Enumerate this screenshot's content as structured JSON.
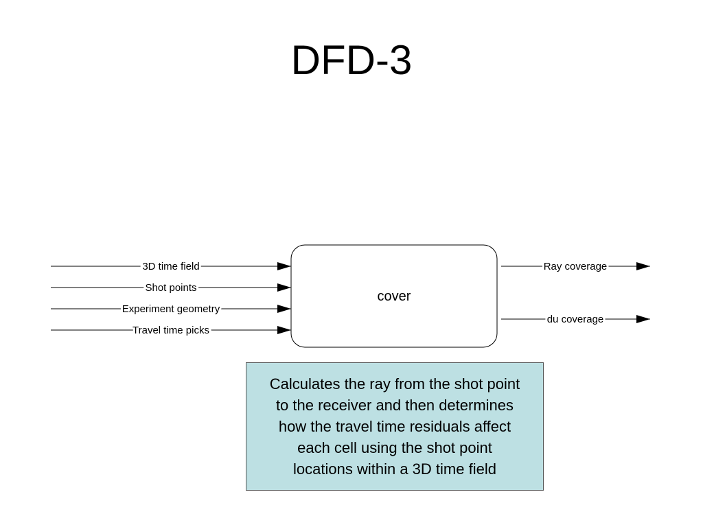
{
  "slide": {
    "title": "DFD-3"
  },
  "process": {
    "label": "cover"
  },
  "inputs": [
    {
      "label": "3D time field"
    },
    {
      "label": "Shot points"
    },
    {
      "label": "Experiment geometry"
    },
    {
      "label": "Travel time picks"
    }
  ],
  "outputs": [
    {
      "label": "Ray coverage"
    },
    {
      "label": "du coverage"
    }
  ],
  "description": {
    "lines": [
      "Calculates the ray from the shot point",
      "to the receiver and then determines",
      "how the travel time residuals affect",
      "each cell using the shot point",
      "locations within a 3D time field"
    ]
  },
  "colors": {
    "description_fill": "#bde0e3",
    "line": "#000000"
  }
}
